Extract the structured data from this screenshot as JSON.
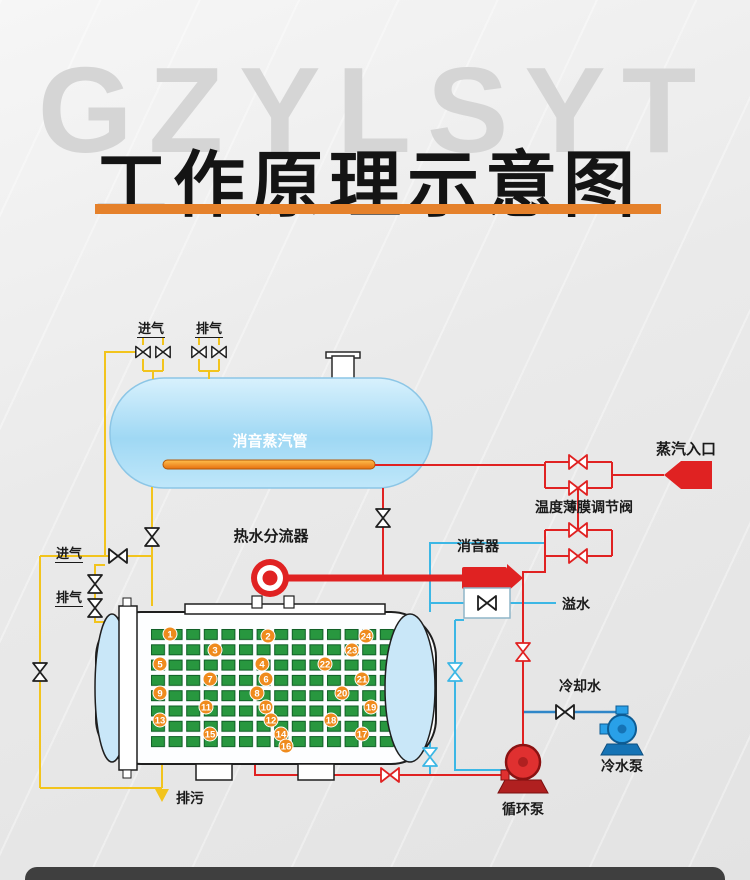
{
  "header": {
    "watermark": "GZYLSYT",
    "title": "工作原理示意图"
  },
  "diagram": {
    "labels": {
      "air_inlet_top": "进气",
      "air_outlet_top": "排气",
      "steam_pipe": "消音蒸汽管",
      "steam_inlet": "蒸汽入口",
      "temp_film_valve": "温度薄膜调节阀",
      "silencer": "消音器",
      "hot_water_splitter": "热水分流器",
      "overflow": "溢水",
      "air_inlet_left": "进气",
      "air_outlet_left": "排气",
      "cooling_water": "冷却水",
      "cold_water_pump": "冷水泵",
      "circulating_pump": "循环泵",
      "blowdown": "排污"
    },
    "tube_numbers": [
      "1",
      "2",
      "3",
      "4",
      "5",
      "6",
      "7",
      "8",
      "9",
      "10",
      "11",
      "12",
      "13",
      "14",
      "15",
      "16",
      "17",
      "18",
      "19",
      "20",
      "21",
      "22",
      "23",
      "24"
    ]
  },
  "colors": {
    "accent_orange": "#e5812b",
    "pipe_red": "#e02222",
    "pipe_yellow": "#f2c41d",
    "pipe_cyan": "#3cb7e5",
    "cooling_blue": "#2f86c8",
    "tank_blue": "#9fd8f4",
    "tube_green": "#28973f",
    "pump_red": "#e03030",
    "pump_blue": "#29a0e8",
    "watermark_gray": "#d5d5d5"
  }
}
